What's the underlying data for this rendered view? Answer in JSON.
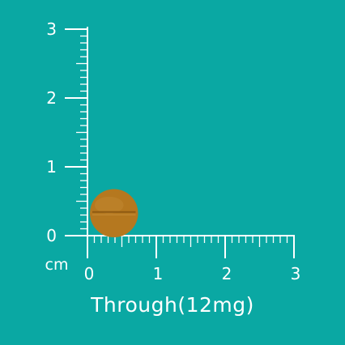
{
  "colors": {
    "background": "#0aa8a3",
    "ruler": "#ffffff",
    "pill": "#b5781f",
    "pill_highlight": "#c48a33",
    "pill_score": "#8f5a12"
  },
  "ruler": {
    "unit_label": "cm",
    "y_ticks": [
      "0",
      "1",
      "2",
      "3"
    ],
    "x_ticks": [
      "0",
      "1",
      "2",
      "3"
    ],
    "max_cm": 3,
    "minor_per_cm": 10
  },
  "pill": {
    "shape": "round",
    "diameter_cm": 0.7,
    "center_x_cm": 0.35,
    "center_y_cm": 0.35,
    "scored": true
  },
  "caption": "Through(12mg)"
}
